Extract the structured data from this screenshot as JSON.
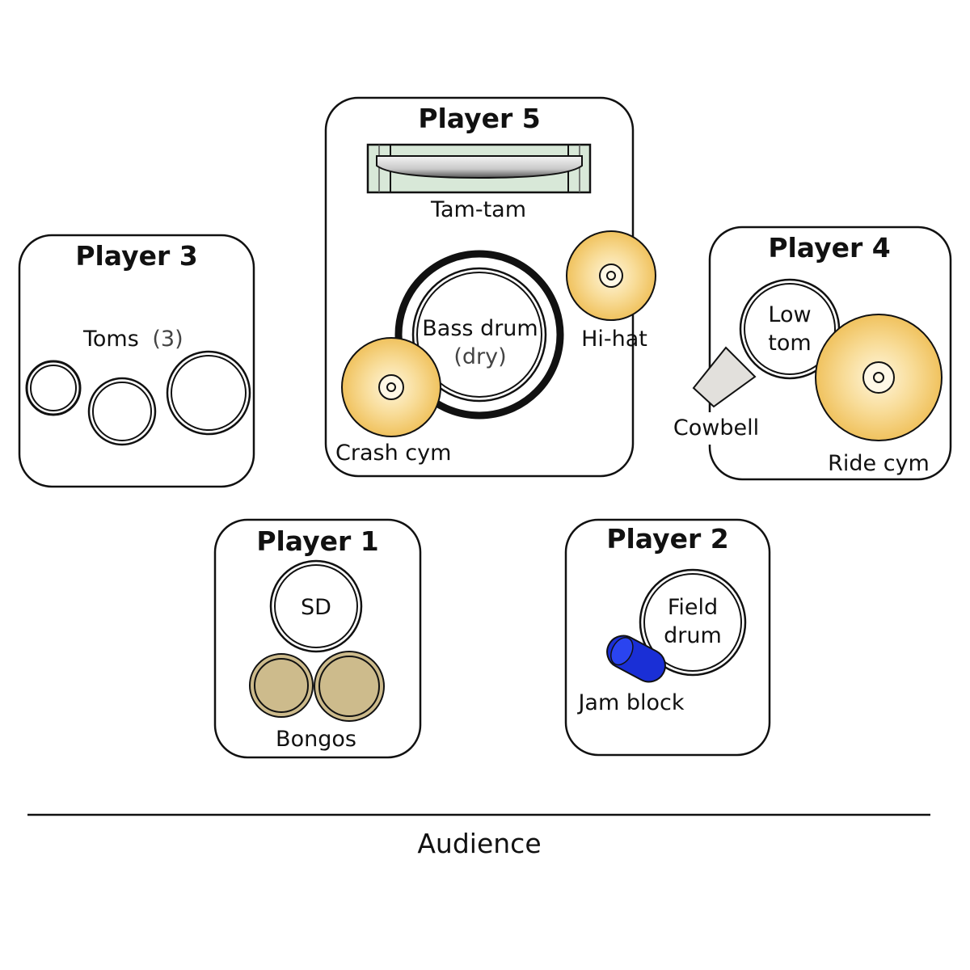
{
  "players": {
    "p5": {
      "title": "Player 5",
      "tamtam": "Tam-tam",
      "bass_drum": "Bass drum",
      "bass_drum_note": "(dry)",
      "hihat": "Hi-hat",
      "crash": "Crash cym"
    },
    "p3": {
      "title": "Player 3",
      "toms": "Toms",
      "toms_count": "(3)"
    },
    "p4": {
      "title": "Player 4",
      "low_tom_1": "Low",
      "low_tom_2": "tom",
      "cowbell": "Cowbell",
      "ride": "Ride cym"
    },
    "p1": {
      "title": "Player 1",
      "sd": "SD",
      "bongos": "Bongos"
    },
    "p2": {
      "title": "Player 2",
      "field_drum_1": "Field",
      "field_drum_2": "drum",
      "jam_block": "Jam block"
    }
  },
  "audience": "Audience",
  "colors": {
    "cymbal": "#f2c96a",
    "bongo": "#cdbb8c",
    "jam_block": "#1a2fd6",
    "cowbell": "#e2e0dc",
    "tamtam_frame": "#d8e8d8"
  }
}
